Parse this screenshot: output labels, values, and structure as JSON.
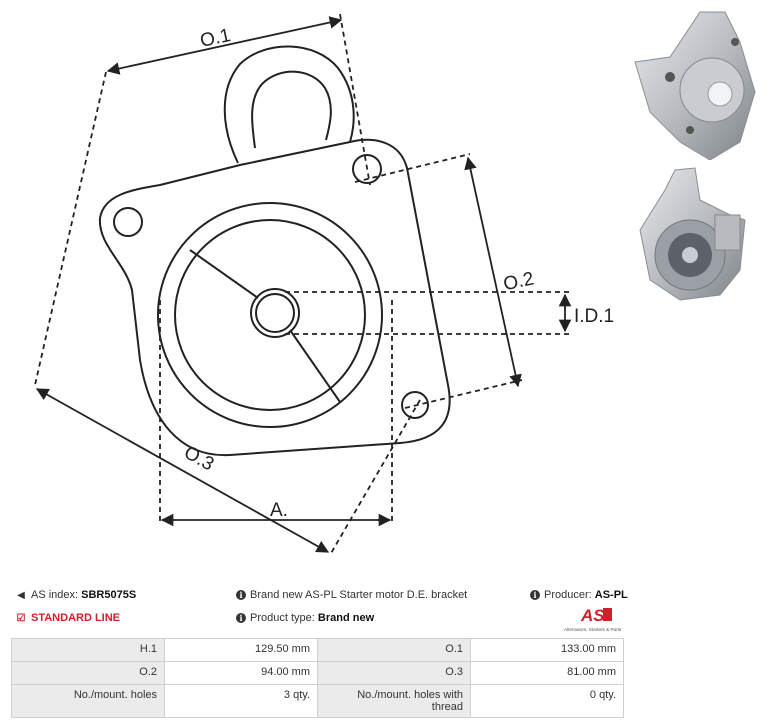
{
  "drawing": {
    "labels": {
      "o1": "O.1",
      "o2": "O.2",
      "o3": "O.3",
      "id1": "I.D.1",
      "a": "A."
    }
  },
  "info": {
    "as_index_label": "AS index:",
    "as_index_value": "SBR5075S",
    "description": "Brand new AS-PL Starter motor D.E. bracket",
    "producer_label": "Producer:",
    "producer_value": "AS-PL",
    "line": "STANDARD LINE",
    "product_type_label": "Product type:",
    "product_type_value": "Brand new"
  },
  "logo": {
    "mark": "AS",
    "tagline": "Alternators, Starters & Parts",
    "color": "#d01f2a"
  },
  "specs": [
    [
      "H.1",
      "129.50 mm",
      "O.1",
      "133.00 mm"
    ],
    [
      "O.2",
      "94.00 mm",
      "O.3",
      "81.00 mm"
    ],
    [
      "No./mount. holes",
      "3 qty.",
      "No./mount. holes with thread",
      "0 qty."
    ]
  ]
}
